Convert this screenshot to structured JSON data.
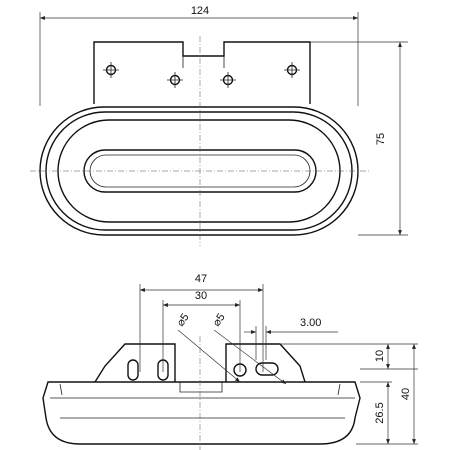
{
  "diagram": {
    "top_view": {
      "dimensions": {
        "overall_width": "124",
        "overall_height": "75"
      }
    },
    "side_view": {
      "dimensions": {
        "hole_span_outer": "47",
        "hole_span_inner": "30",
        "hole_diameter_left": "⌀5",
        "hole_diameter_right": "⌀5",
        "slot_offset": "3.00",
        "bracket_height": "10",
        "lamp_height": "26.5",
        "total_height": "40"
      }
    }
  }
}
